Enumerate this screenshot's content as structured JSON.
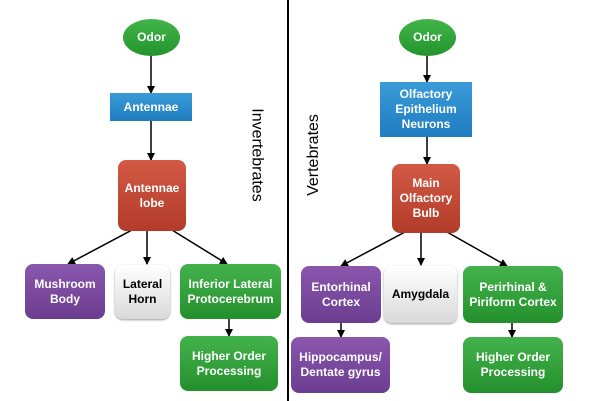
{
  "invertebrates": {
    "label": "Invertebrates",
    "odor": "Odor",
    "antennae": "Antennae",
    "antennae_lobe": "Antennae\nlobe",
    "mushroom_body": "Mushroom\nBody",
    "lateral_horn": "Lateral\nHorn",
    "inferior_lateral_protocerebrum": "Inferior Lateral\nProtocerebrum",
    "higher_order_processing": "Higher Order\nProcessing"
  },
  "vertebrates": {
    "label": "Vertebrates",
    "odor": "Odor",
    "olfactory_epithelium_neurons": "Olfactory\nEpithelium\nNeurons",
    "main_olfactory_bulb": "Main\nOlfactory\nBulb",
    "entorhinal_cortex": "Entorhinal\nCortex",
    "amygdala": "Amygdala",
    "perirhinal_piriform_cortex": "Perirhinal &\nPiriform Cortex",
    "hippocampus_dentate_gyrus": "Hippocampus/\nDentate gyrus",
    "higher_order_processing": "Higher Order\nProcessing"
  },
  "colors": {
    "oval": "#2fa33a",
    "blue_box": "#2a8bcd",
    "red_box": "#c24a36",
    "purple_box": "#7a4a9e",
    "green_box": "#33a23d",
    "gray_box": "#e6e6e6"
  }
}
